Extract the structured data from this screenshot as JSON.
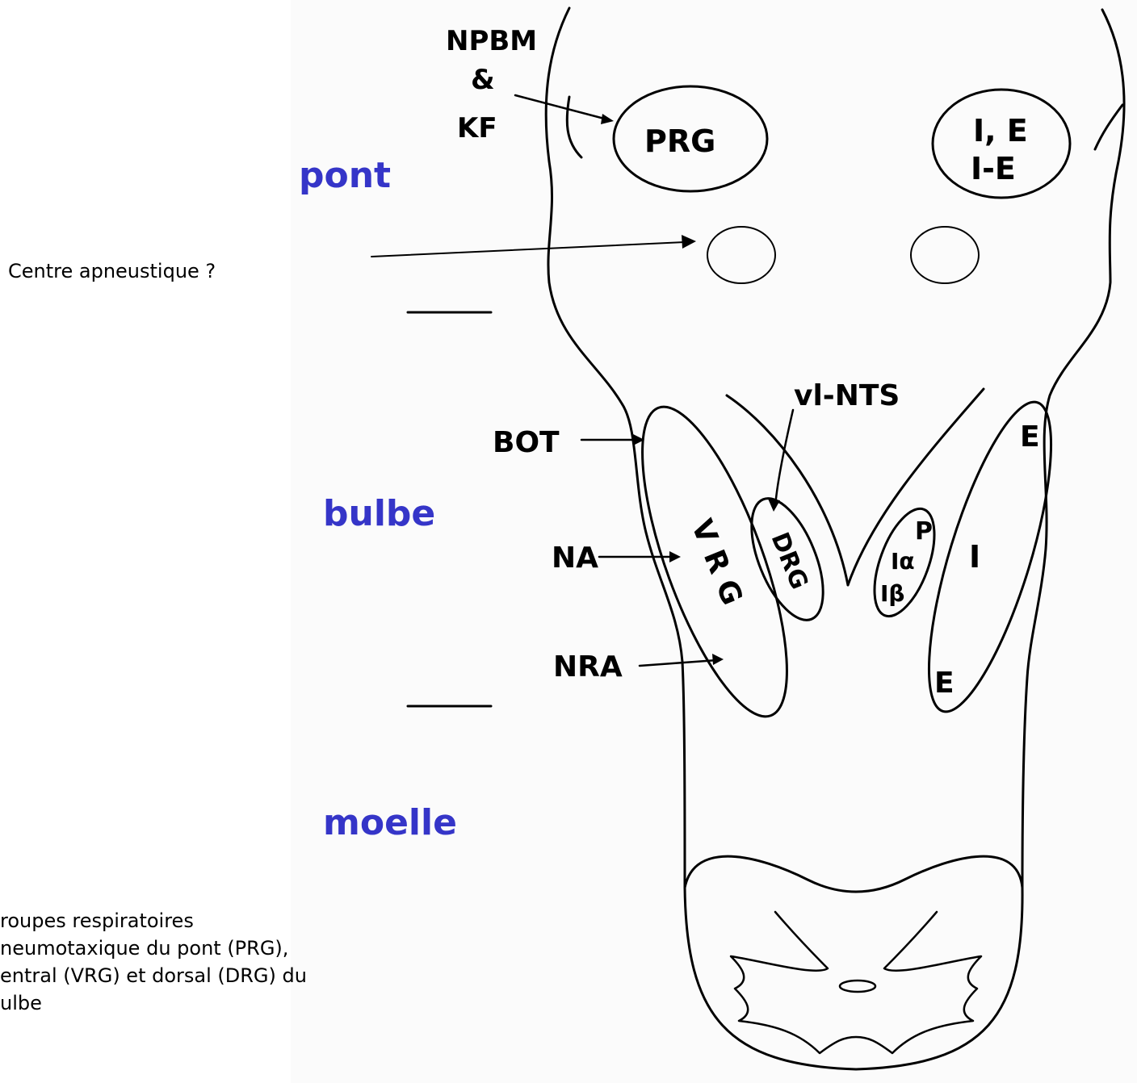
{
  "colors": {
    "region_label": "#3535c8",
    "ink": "#000000",
    "scan_background": "#fbfbfb"
  },
  "regions": {
    "pont": "pont",
    "bulbe": "bulbe",
    "moelle": "moelle"
  },
  "annotation": "Centre apneustique ?",
  "caption": {
    "line1": "roupes respiratoires",
    "line2": "neumotaxique du pont (PRG),",
    "line3": "entral (VRG) et dorsal (DRG) du",
    "line4": "ulbe"
  },
  "labels": {
    "npbm": "NPBM",
    "amp": "&",
    "kf": "KF",
    "prg": "PRG",
    "ie_line1": "I, E",
    "ie_line2": "I-E",
    "vl_nts": "vl-NTS",
    "bot": "BOT",
    "na": "NA",
    "nra": "NRA",
    "vrg": "V R G",
    "drg": "DRG",
    "e_top": "E",
    "e_bottom": "E",
    "i": "I",
    "p": "P",
    "i_alpha": "Iα",
    "i_beta": "Iβ"
  }
}
